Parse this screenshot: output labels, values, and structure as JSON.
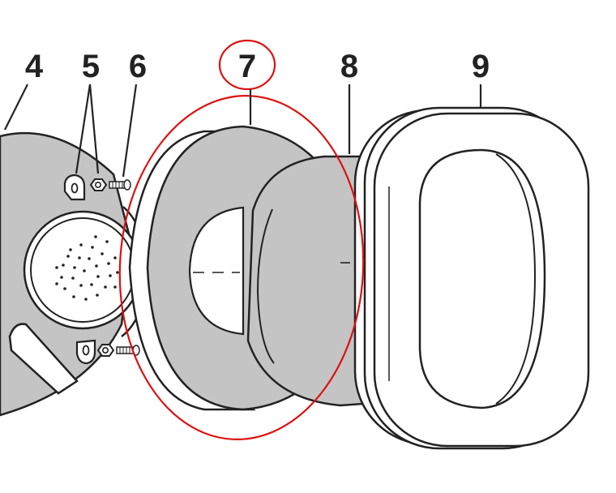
{
  "callouts": {
    "c4": "4",
    "c5": "5",
    "c6": "6",
    "c7": "7",
    "c8": "8",
    "c9": "9"
  },
  "colors": {
    "part_gray": "#c4c4c4",
    "outline": "#222222",
    "highlight_red": "#dd1111",
    "background": "#ffffff"
  }
}
